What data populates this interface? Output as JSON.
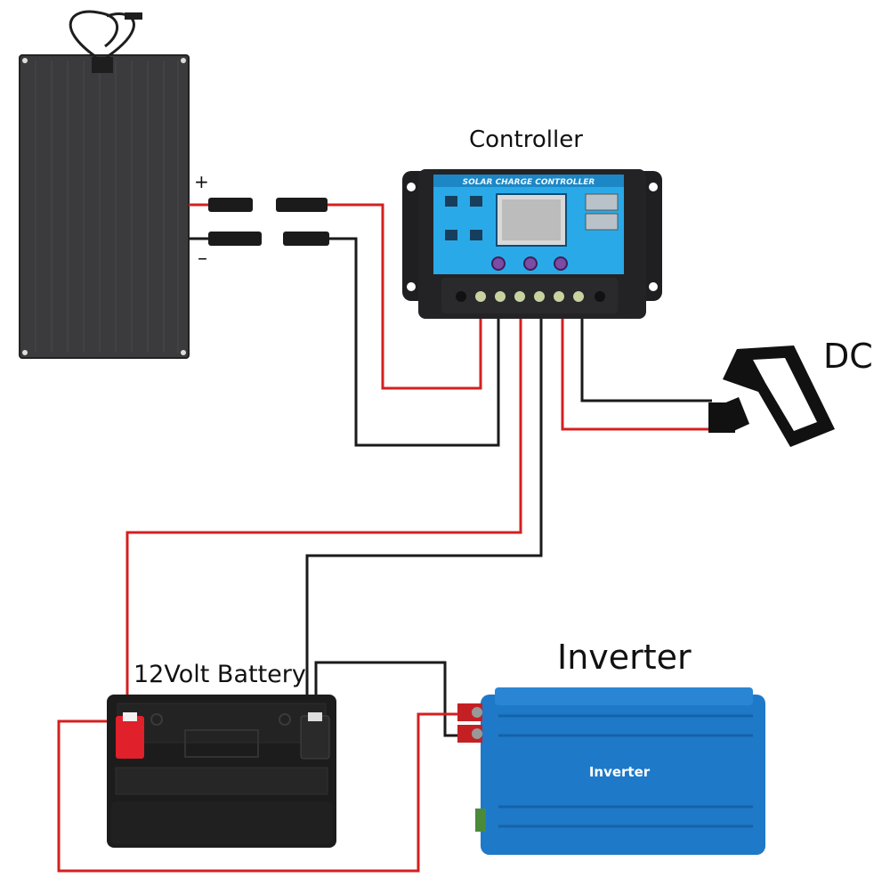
{
  "labels": {
    "controller": "Controller",
    "dc": "DC",
    "inverter_title": "Inverter",
    "battery": "12Volt Battery",
    "plus": "+",
    "minus": "–"
  },
  "controller_panel": {
    "header": "SOLAR CHARGE CONTROLLER"
  },
  "inverter_body_label": "Inverter",
  "colors": {
    "positive_wire": "#d42020",
    "negative_wire": "#1a1a1a",
    "solar_panel": "#3a3a3c",
    "controller_face": "#2aa9e8",
    "inverter_body": "#1e79c8",
    "battery_body": "#1c1c1c",
    "battery_positive_terminal": "#e0202a"
  }
}
